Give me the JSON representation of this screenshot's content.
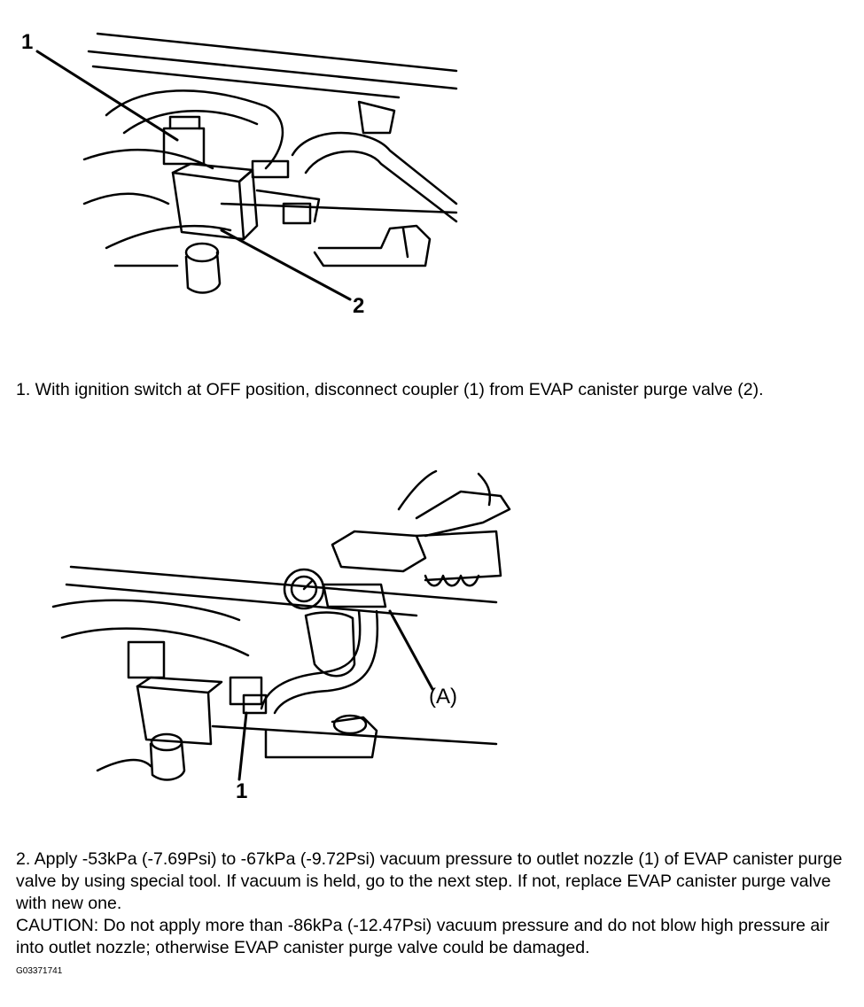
{
  "figure1": {
    "callouts": {
      "c1": "1",
      "c2": "2"
    }
  },
  "figure2": {
    "callouts": {
      "c1": "1",
      "cA": "(A)"
    }
  },
  "step1": {
    "text": "1. With ignition switch at OFF position, disconnect coupler (1) from EVAP canister purge valve (2)."
  },
  "step2": {
    "text": "2. Apply -53kPa (-7.69Psi) to -67kPa (-9.72Psi) vacuum pressure to outlet nozzle (1) of EVAP canister purge valve by using special tool. If vacuum is held, go to the next step. If not, replace EVAP canister purge valve with new one.",
    "caution": "CAUTION: Do not apply more than -86kPa (-12.47Psi) vacuum pressure and do not blow high pressure air into outlet nozzle; otherwise EVAP canister purge valve could be damaged."
  },
  "figure_id": "G03371741"
}
